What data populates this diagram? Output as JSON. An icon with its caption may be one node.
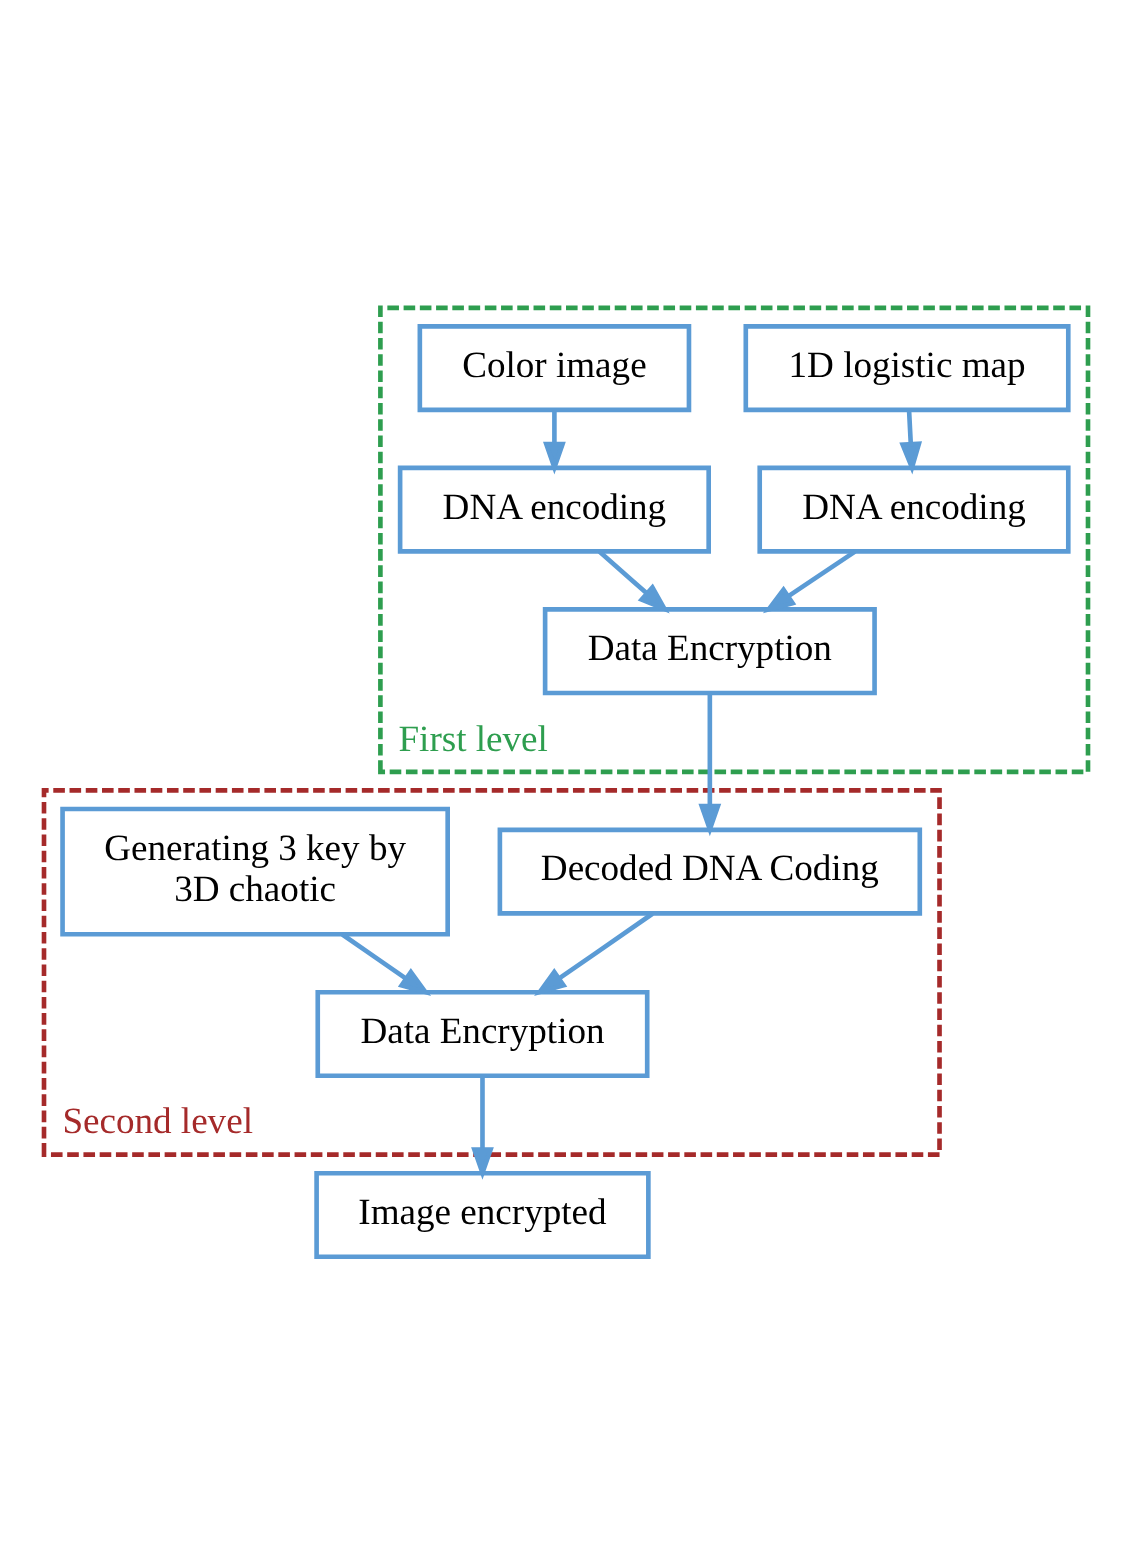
{
  "diagram": {
    "nodes": [
      {
        "text": [
          "First level"
        ]
      },
      {
        "text": [
          "1D logistic map"
        ],
        "in": 0
      },
      {
        "text": [
          "Color image"
        ],
        "in": 0
      },
      {
        "text": [
          "DNA encoding"
        ],
        "in": 0
      },
      {
        "text": [
          "DNA encoding"
        ],
        "in": 0
      },
      {
        "text": [
          "Data Encryption"
        ],
        "in": 0
      },
      {
        "text": [
          "Second level"
        ]
      },
      {
        "text": [
          "Decoded DNA Coding"
        ],
        "in": 6
      },
      {
        "text": [
          "Generating 3 key by 3D chaotic"
        ],
        "in": 6
      },
      {
        "text": [
          "Data Encryption"
        ],
        "in": 6
      },
      {
        "text": [
          "Image encrypted"
        ]
      }
    ],
    "edges": [
      {
        "from": 1,
        "to": 3,
        "arrow": "to"
      },
      {
        "from": 2,
        "to": 4,
        "arrow": "to"
      },
      {
        "from": 3,
        "to": 5,
        "arrow": "to"
      },
      {
        "from": 4,
        "to": 5,
        "arrow": "to"
      },
      {
        "from": 5,
        "to": 7,
        "arrow": "to"
      },
      {
        "from": 7,
        "to": 9,
        "arrow": "to"
      },
      {
        "from": 8,
        "to": 9,
        "arrow": "to"
      },
      {
        "from": 9,
        "to": 10,
        "arrow": "to"
      }
    ]
  }
}
